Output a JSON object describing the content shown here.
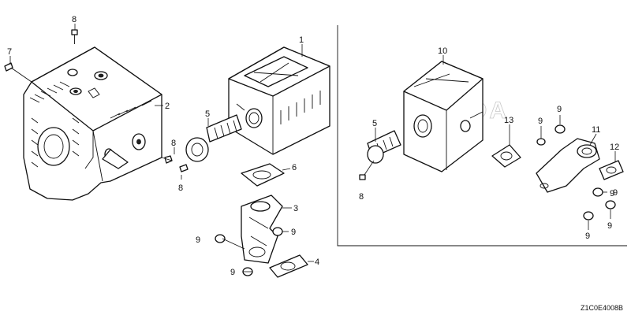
{
  "diagram_code": "Z1C0E4008B",
  "watermark": "HONDA",
  "callouts": {
    "c1": "1",
    "c2": "2",
    "c3": "3",
    "c4": "4",
    "c5a": "5",
    "c5b": "5",
    "c6": "6",
    "c7": "7",
    "c8a": "8",
    "c8b": "8",
    "c8c": "8",
    "c8d": "8",
    "c9a": "9",
    "c9b": "9",
    "c9c": "9",
    "c9d": "9",
    "c9e": "9",
    "c9f": "9",
    "c9g": "9",
    "c9h": "9",
    "c9i": "9",
    "c10": "10",
    "c11": "11",
    "c12": "12",
    "c13": "13"
  }
}
